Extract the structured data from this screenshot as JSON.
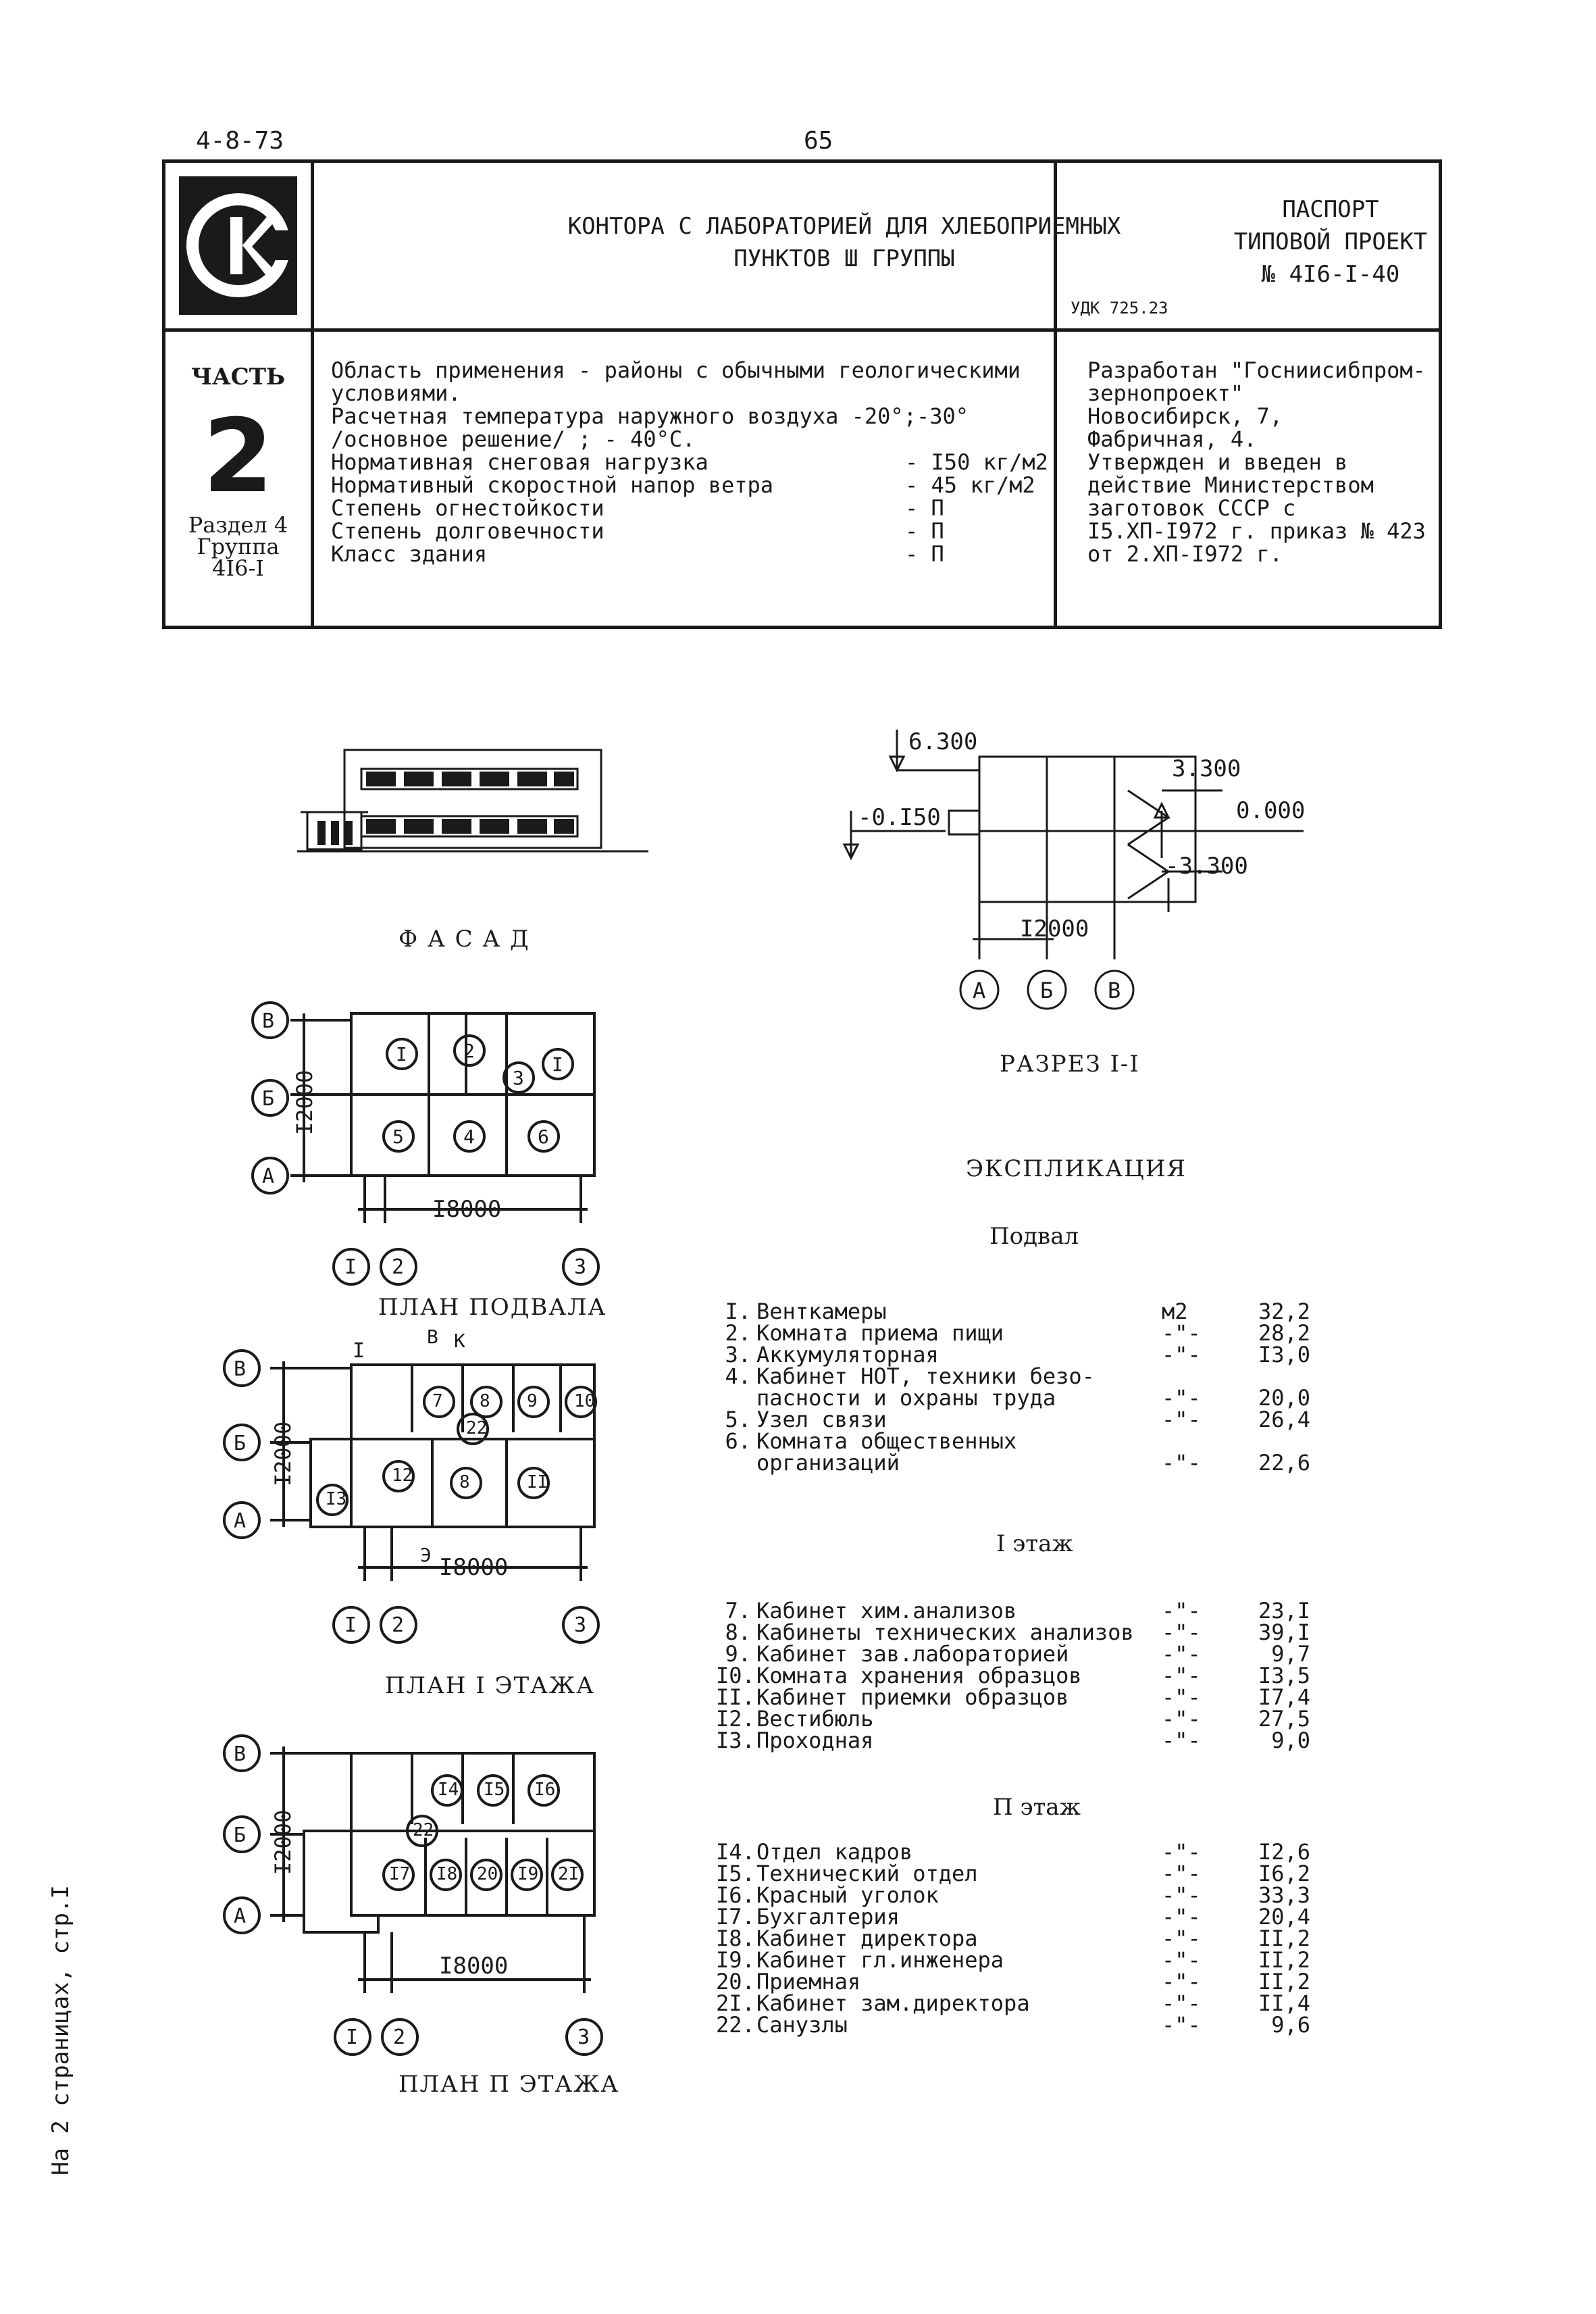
{
  "header": {
    "code": "4-8-73",
    "page": "65"
  },
  "title_block": {
    "logo_alt": "CK",
    "title_line1": "КОНТОРА С ЛАБОРАТОРИЕЙ ДЛЯ ХЛЕБОПРИЕМНЫХ",
    "title_line2": "ПУНКТОВ Ш ГРУППЫ",
    "passport_line1": "ПАСПОРТ",
    "passport_line2": "ТИПОВОЙ ПРОЕКТ",
    "passport_line3": "№ 4I6-I-40",
    "udk": "УДК 725.23",
    "part_label": "ЧАСТЬ",
    "part_num": "2",
    "section": "Раздел 4",
    "group": "Группа",
    "group_code": "4I6-I",
    "application_line1": "Область применения - районы с обычными геологическими",
    "application_line2": "условиями.",
    "temp_line1": "Расчетная температура наружного воздуха -20°;-30°",
    "temp_line2": "/основное решение/ ; - 40°С.",
    "params": [
      {
        "name": "Нормативная снеговая нагрузка",
        "value": "- I50 кг/м2"
      },
      {
        "name": "Нормативный скоростной напор ветра",
        "value": "- 45 кг/м2"
      },
      {
        "name": "Степень огнестойкости",
        "value": "- П"
      },
      {
        "name": "Степень долговечности",
        "value": "- П"
      },
      {
        "name": "Класс здания",
        "value": "- П"
      }
    ],
    "developer": [
      "Разработан \"Госниисибпром-",
      "зернопроект\"",
      "Новосибирск, 7,",
      "Фабричная, 4.",
      "Утвержден и введен в",
      "действие Министерством",
      "заготовок СССР с",
      "I5.ХП-I972 г. приказ № 423",
      "от 2.ХП-I972 г."
    ]
  },
  "drawings": {
    "facade_label": "Ф А С А Д",
    "section_label": "РАЗРЕЗ I-I",
    "basement_label": "ПЛАН ПОДВАЛА",
    "floor1_label": "ПЛАН I ЭТАЖА",
    "floor2_label": "ПЛАН П ЭТАЖА",
    "dim_12000": "I2000",
    "dim_18000": "I8000",
    "elev_6300": "6.300",
    "elev_3300": "3.300",
    "elev_0000": "0.000",
    "elev_m0150": "-0.I50",
    "elev_m3300": "-3.300",
    "axis_a": "А",
    "axis_b": "Б",
    "axis_v": "В",
    "axis_1": "I",
    "axis_2": "2",
    "axis_3": "3",
    "cut_mark": "I",
    "entry_v": "В",
    "entry_k": "К",
    "entry_e": "Э",
    "basement_rooms": [
      "I",
      "2",
      "3",
      "I",
      "5",
      "4",
      "6"
    ],
    "floor1_rooms": [
      "7",
      "8",
      "9",
      "10",
      "22",
      "12",
      "8",
      "II",
      "I3"
    ],
    "floor2_rooms": [
      "I4",
      "I5",
      "I6",
      "22",
      "I7",
      "I8",
      "20",
      "I9",
      "2I"
    ]
  },
  "explication": {
    "title": "ЭКСПЛИКАЦИЯ",
    "groups": [
      {
        "heading": "Подвал",
        "rows": [
          {
            "n": "I.",
            "name": "Венткамеры",
            "unit": "м2",
            "area": "32,2"
          },
          {
            "n": "2.",
            "name": "Комната приема пищи",
            "unit": "-\"-",
            "area": "28,2"
          },
          {
            "n": "3.",
            "name": "Аккумуляторная",
            "unit": "-\"-",
            "area": "I3,0"
          },
          {
            "n": "4.",
            "name": "Кабинет НОТ, техники безо-",
            "unit": "",
            "area": ""
          },
          {
            "n": "",
            "name": "пасности и охраны труда",
            "unit": "-\"-",
            "area": "20,0"
          },
          {
            "n": "5.",
            "name": "Узел связи",
            "unit": "-\"-",
            "area": "26,4"
          },
          {
            "n": "6.",
            "name": "Комната общественных",
            "unit": "",
            "area": ""
          },
          {
            "n": "",
            "name": "организаций",
            "unit": "-\"-",
            "area": "22,6"
          }
        ]
      },
      {
        "heading": "I этаж",
        "rows": [
          {
            "n": "7.",
            "name": "Кабинет хим.анализов",
            "unit": "-\"-",
            "area": "23,I"
          },
          {
            "n": "8.",
            "name": "Кабинеты технических анализов",
            "unit": "-\"-",
            "area": "39,I"
          },
          {
            "n": "9.",
            "name": "Кабинет зав.лабораторией",
            "unit": "-\"-",
            "area": "9,7"
          },
          {
            "n": "I0.",
            "name": "Комната хранения образцов",
            "unit": "-\"-",
            "area": "I3,5"
          },
          {
            "n": "II.",
            "name": "Кабинет приемки образцов",
            "unit": "-\"-",
            "area": "I7,4"
          },
          {
            "n": "I2.",
            "name": "Вестибюль",
            "unit": "-\"-",
            "area": "27,5"
          },
          {
            "n": "I3.",
            "name": "Проходная",
            "unit": "-\"-",
            "area": "9,0"
          }
        ]
      },
      {
        "heading": "П этаж",
        "rows": [
          {
            "n": "I4.",
            "name": "Отдел кадров",
            "unit": "-\"-",
            "area": "I2,6"
          },
          {
            "n": "I5.",
            "name": "Технический отдел",
            "unit": "-\"-",
            "area": "I6,2"
          },
          {
            "n": "I6.",
            "name": "Красный уголок",
            "unit": "-\"-",
            "area": "33,3"
          },
          {
            "n": "I7.",
            "name": "Бухгалтерия",
            "unit": "-\"-",
            "area": "20,4"
          },
          {
            "n": "I8.",
            "name": "Кабинет директора",
            "unit": "-\"-",
            "area": "II,2"
          },
          {
            "n": "I9.",
            "name": "Кабинет гл.инженера",
            "unit": "-\"-",
            "area": "II,2"
          },
          {
            "n": "20.",
            "name": "Приемная",
            "unit": "-\"-",
            "area": "II,2"
          },
          {
            "n": "2I.",
            "name": "Кабинет зам.директора",
            "unit": "-\"-",
            "area": "II,4"
          },
          {
            "n": "22.",
            "name": "Санузлы",
            "unit": "-\"-",
            "area": "9,6"
          }
        ]
      }
    ]
  },
  "side_note": "На 2 страницах, стр.I"
}
